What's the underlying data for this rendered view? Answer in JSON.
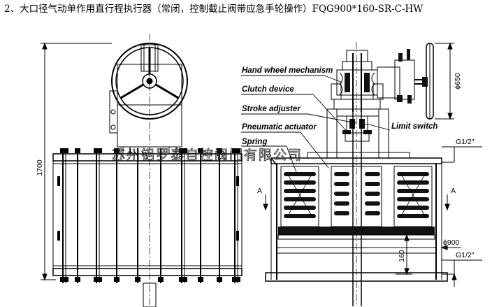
{
  "title": "2、大口径气动单作用直行程执行器（常闭，控制截止阀带应急手轮操作）FQG900*160-SR-C-HW",
  "labels": {
    "hand_wheel": "Hand wheel mechanism",
    "clutch": "Clutch device",
    "stroke": "Stroke adjuster",
    "pneumatic": "Pneumatic actuator",
    "spring": "Spring",
    "limit": "Limit switch"
  },
  "dimensions": {
    "height": "1700",
    "wheel_dia": "ϕ650",
    "body_dia": "ϕ900",
    "stroke": "160",
    "port_top": "G1/2\"",
    "port_bottom": "G1/2\"",
    "section_left": "A",
    "section_right": "A"
  },
  "watermark": "苏州铝罗泰自控阀门有限公司"
}
